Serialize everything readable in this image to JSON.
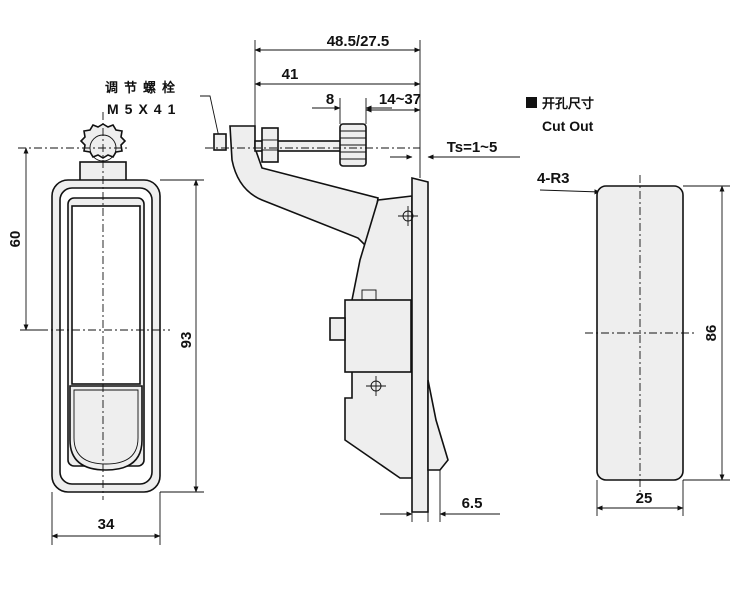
{
  "front_view": {
    "dim_width": "34",
    "dim_height": "93",
    "dim_upper": "60"
  },
  "side_view": {
    "dim_total": "48.5/27.5",
    "dim_arm": "41",
    "dim_knob": "8",
    "dim_range": "14~37",
    "dim_ts": "Ts=1~5",
    "dim_flange": "6.5",
    "screw_label_cn": "调节螺栓",
    "screw_label_spec": "M5X41"
  },
  "cutout": {
    "title_cn": "开孔尺寸",
    "title_en": "Cut Out",
    "dim_radius": "4-R3",
    "dim_height": "86",
    "dim_width": "25"
  }
}
